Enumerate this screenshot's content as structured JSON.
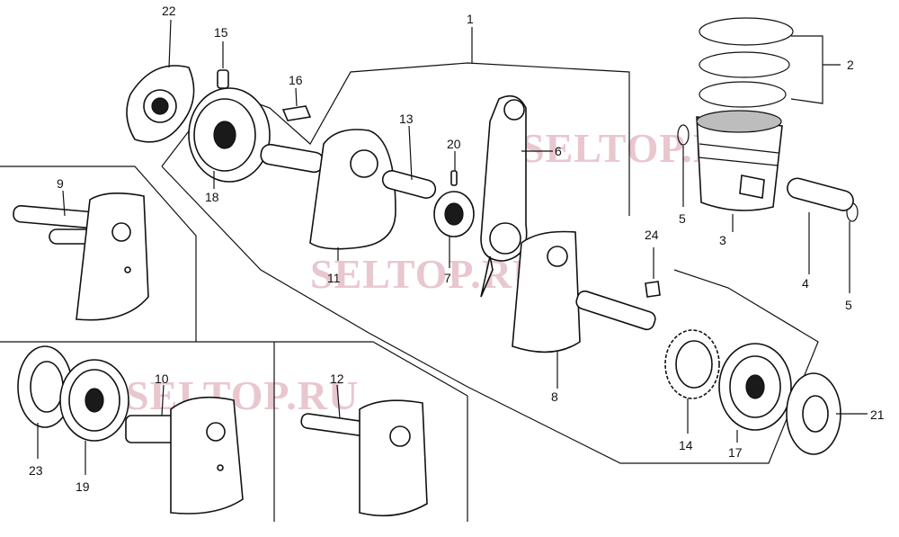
{
  "callouts": {
    "c1": "1",
    "c2": "2",
    "c3": "3",
    "c4": "4",
    "c5a": "5",
    "c5b": "5",
    "c6": "6",
    "c7": "7",
    "c8": "8",
    "c9": "9",
    "c10": "10",
    "c11": "11",
    "c12": "12",
    "c13": "13",
    "c14": "14",
    "c15": "15",
    "c16": "16",
    "c17": "17",
    "c18": "18",
    "c19": "19",
    "c20": "20",
    "c21": "21",
    "c22": "22",
    "c23": "23",
    "c24": "24"
  },
  "watermark": {
    "top": "SELTOP.RU",
    "middle": "SELTOP.RU",
    "bottom": "SELTOP.RU"
  }
}
